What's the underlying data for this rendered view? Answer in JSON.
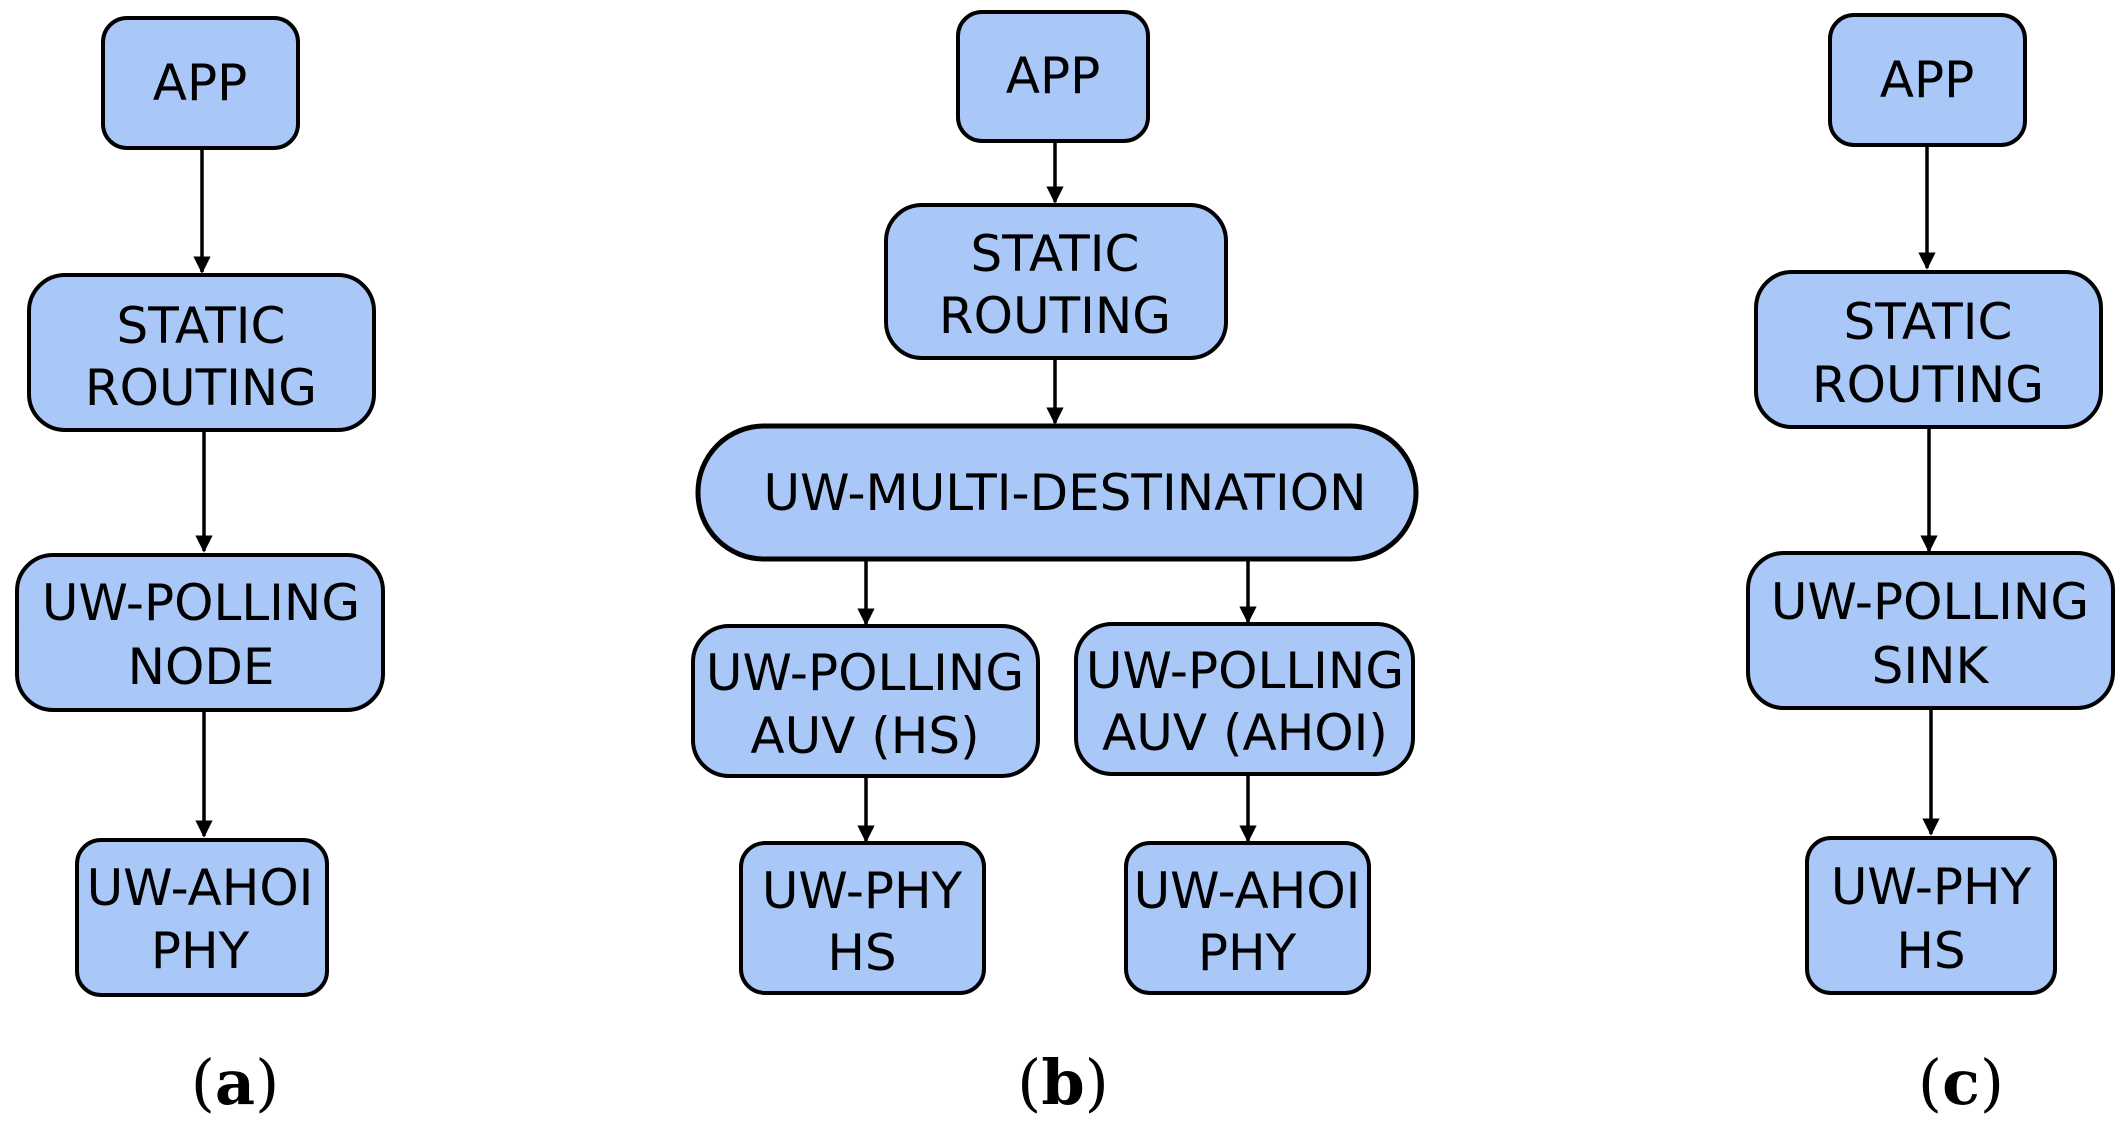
{
  "panels": {
    "a": {
      "app": "APP",
      "routing": [
        "STATIC",
        "ROUTING"
      ],
      "polling": [
        "UW-POLLING",
        "NODE"
      ],
      "phy": [
        "UW-AHOI",
        "PHY"
      ],
      "caption_open": "(",
      "caption_letter": "a",
      "caption_close": ")"
    },
    "b": {
      "app": "APP",
      "routing": [
        "STATIC",
        "ROUTING"
      ],
      "multi": "UW-MULTI-DESTINATION",
      "polling_hs": [
        "UW-POLLING",
        "AUV (HS)"
      ],
      "polling_ahoi": [
        "UW-POLLING",
        "AUV (AHOI)"
      ],
      "phy_hs": [
        "UW-PHY",
        "HS"
      ],
      "phy_ahoi": [
        "UW-AHOI",
        "PHY"
      ],
      "caption_open": "(",
      "caption_letter": "b",
      "caption_close": ")"
    },
    "c": {
      "app": "APP",
      "routing": [
        "STATIC",
        "ROUTING"
      ],
      "polling": [
        "UW-POLLING",
        "SINK"
      ],
      "phy": [
        "UW-PHY",
        "HS"
      ],
      "caption_open": "(",
      "caption_letter": "c",
      "caption_close": ")"
    }
  },
  "colors": {
    "box_fill": "#a9c8f7",
    "stroke": "#000000"
  }
}
